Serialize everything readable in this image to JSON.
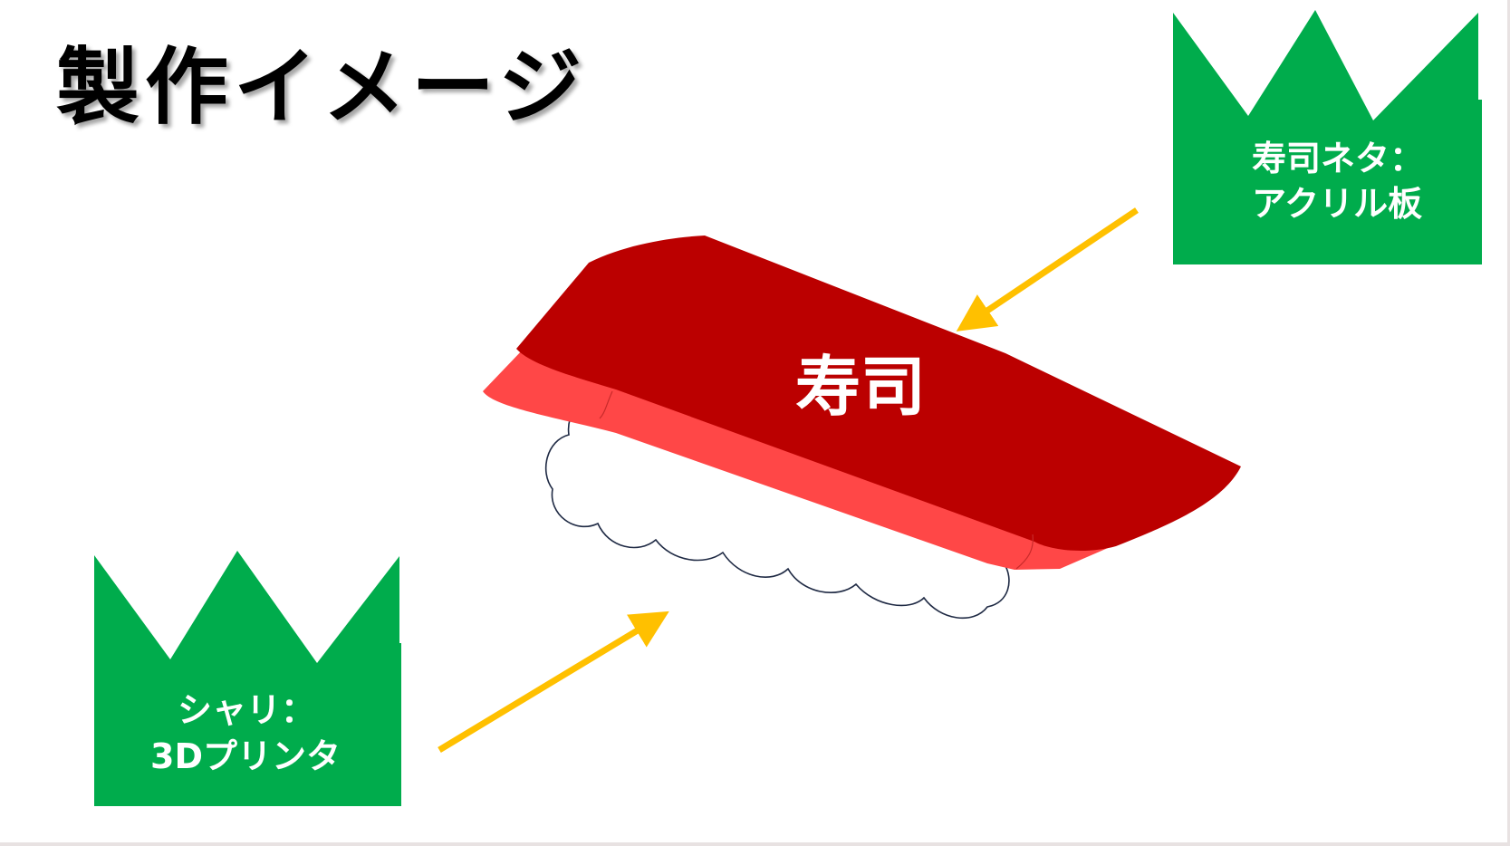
{
  "slide": {
    "title": "製作イメージ"
  },
  "sushi": {
    "label": "寿司",
    "colors": {
      "neta_top": "#bb0000",
      "neta_side": "#ff4747",
      "shari_fill": "#ffffff",
      "shari_outline": "#1f2a44"
    }
  },
  "callouts": {
    "neta": {
      "line1": "寿司ネタ：",
      "line2": "アクリル板"
    },
    "shari": {
      "line1": "シャリ：",
      "line2": "3Dプリンタ"
    }
  },
  "colors": {
    "callout_fill": "#00ac4c",
    "arrow": "#ffc000"
  }
}
